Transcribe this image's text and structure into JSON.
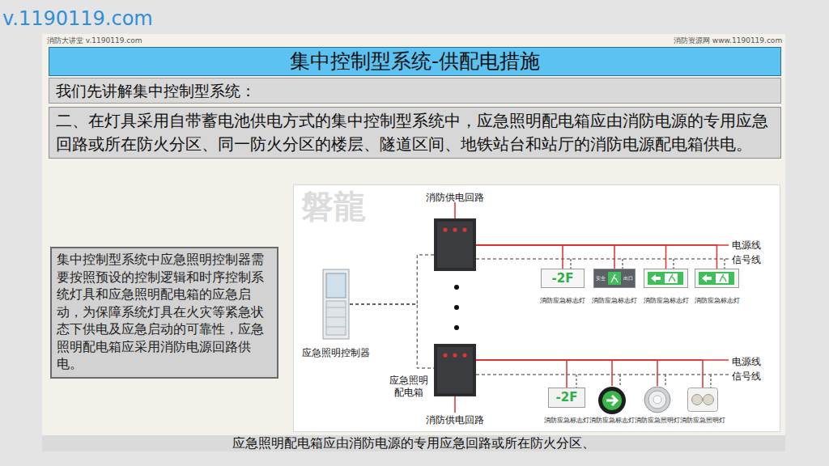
{
  "diagram": {
    "title": "集中控制型系统-供配电措施",
    "caption": "应急照明配电箱应由消防电源的专用应急回路或所在防火分区、",
    "nodes": [
      {
        "text": [
          "集中控制型系统-供配电措施"
        ]
      },
      {
        "text": [
          "我们先讲解集中控制型系统："
        ]
      },
      {
        "text": [
          "二、在灯具采用自带蓄电池供电方式的集中控制型系统中，应急照明配电箱应由消防电源的专用应急回路或所在防火分区、同一防火分区的楼层、隧道区间、地铁站台和站厅的消防电源配电箱供电。"
        ]
      },
      {
        "text": [
          "集中控制型系统中应急照明控制器需要按照预设的控制逻辑和时序控制系统灯具和应急照明配电箱的应急启动，为保障系统灯具在火灾等紧急状态下供电及应急启动的可靠性，应急照明配电箱应采用消防电源回路供电。"
        ]
      },
      {
        "text": [
          "应急照明控制器"
        ]
      },
      {
        "text": [
          "消防供电回路"
        ]
      },
      {
        "text": [
          "应急照明配电箱",
          "消防供电回路"
        ]
      },
      {
        "text": [
          "消防应急标志灯"
        ]
      },
      {
        "text": [
          "消防应急标志灯"
        ]
      },
      {
        "text": [
          "消防应急标志灯"
        ]
      },
      {
        "text": [
          "消防应急标志灯"
        ]
      },
      {
        "text": [
          "消防应急标志灯"
        ]
      },
      {
        "text": [
          "消防应急标志灯"
        ]
      },
      {
        "text": [
          "消防应急照明灯"
        ]
      },
      {
        "text": [
          "消防应急照明灯"
        ]
      }
    ],
    "edges": [
      {
        "from": 4,
        "to": 5,
        "arrow": "none"
      },
      {
        "from": 4,
        "to": 6,
        "arrow": "none"
      },
      {
        "from": 5,
        "to": 7,
        "arrow": "none"
      },
      {
        "from": 5,
        "to": 8,
        "arrow": "none"
      },
      {
        "from": 5,
        "to": 9,
        "arrow": "none"
      },
      {
        "from": 5,
        "to": 10,
        "arrow": "none"
      },
      {
        "from": 6,
        "to": 11,
        "arrow": "none"
      },
      {
        "from": 6,
        "to": 12,
        "arrow": "none"
      },
      {
        "from": 6,
        "to": 13,
        "arrow": "none"
      },
      {
        "from": 6,
        "to": 14,
        "arrow": "none"
      }
    ],
    "labels": [
      "v.1190119.com",
      "消防大讲堂 v.1190119.com",
      "消防资源网 www.1190119.com",
      "磐龍",
      "电源线",
      "信号线",
      "电源线",
      "信号线",
      "-2F",
      "安全",
      "出口",
      "-2F"
    ]
  }
}
